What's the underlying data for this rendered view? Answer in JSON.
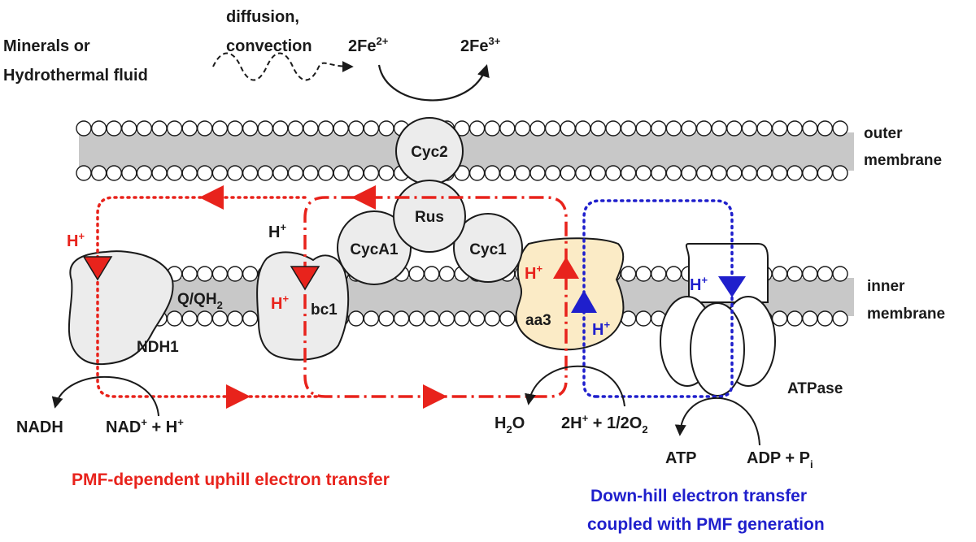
{
  "source": {
    "line1": "Minerals or",
    "line2": "Hydrothermal  fluid"
  },
  "transport": {
    "line1": "diffusion,",
    "line2": "convection"
  },
  "iron": {
    "reactant_base": "2Fe",
    "reactant_sup": "2+",
    "product_base": "2Fe",
    "product_sup": "3+"
  },
  "membranes": {
    "outer_line1": "outer",
    "outer_line2": "membrane",
    "inner_line1": "inner",
    "inner_line2": "membrane"
  },
  "proteins": {
    "cyc2": "Cyc2",
    "rus": "Rus",
    "cyca1": "CycA1",
    "cyc1": "Cyc1",
    "bc1": "bc1",
    "aa3": "aa3",
    "ndh1": "NDH1",
    "atpase": "ATPase"
  },
  "quinone": {
    "base": "Q/QH",
    "sub": "2"
  },
  "protons": {
    "base": "H",
    "sup": "+"
  },
  "reactions": {
    "nadh": "NADH",
    "nad_base": "NAD",
    "nad_sup": "+",
    "nad_rest": " + H",
    "nad_rest_sup": "+",
    "h2o_a": "H",
    "h2o_sub": "2",
    "h2o_b": "O",
    "o2_a": "2H",
    "o2_sup": "+",
    "o2_b": " + 1/2O",
    "o2_sub": "2",
    "atp": "ATP",
    "adp_base": "ADP + P",
    "adp_sub": "i"
  },
  "legend": {
    "uphill": "PMF-dependent  uphill  electron  transfer",
    "downhill_line1": "Down-hill  electron  transfer",
    "downhill_line2": "coupled with  PMF  generation"
  },
  "colors": {
    "uphill": "#e8231c",
    "downhill": "#1f1fcc",
    "membrane": "#c8c8c8",
    "aa3_fill": "#fbebc6",
    "protein_fill": "#ececec"
  }
}
